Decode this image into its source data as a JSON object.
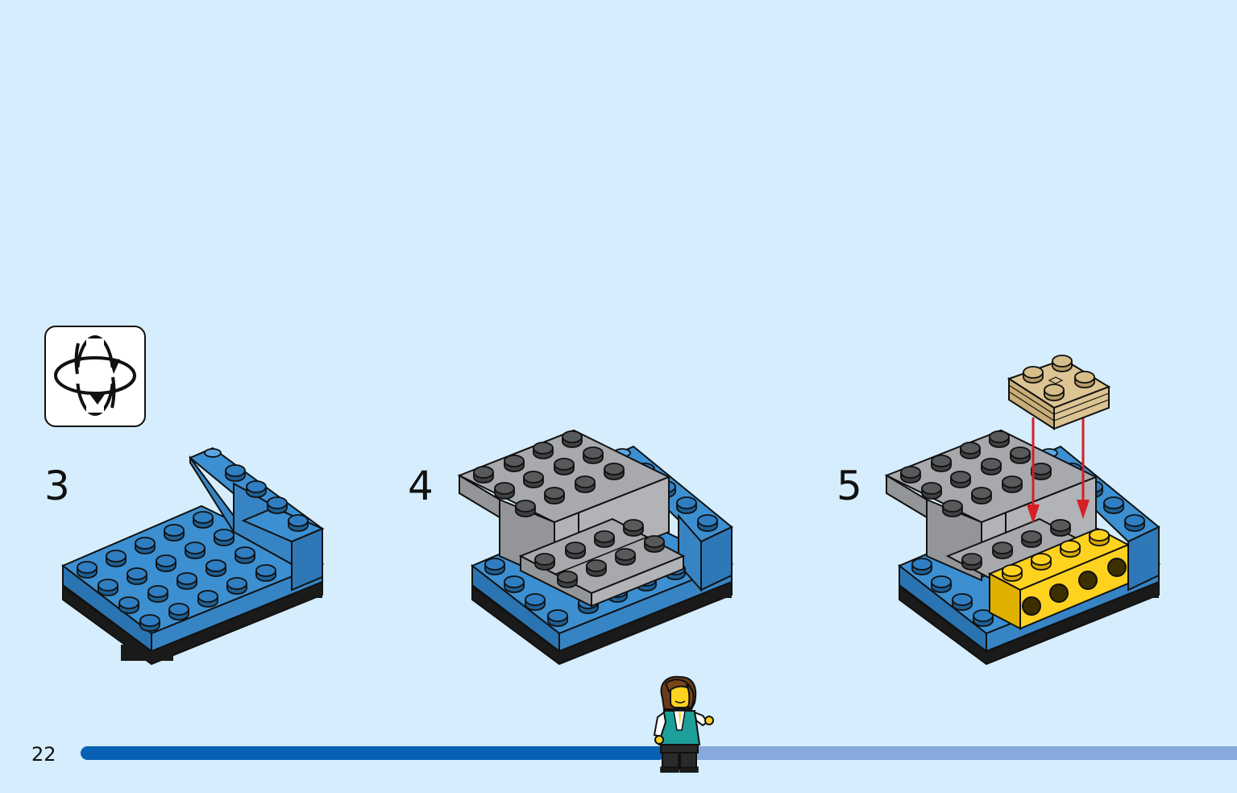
{
  "page": {
    "number": "22",
    "background": "#d5edfc"
  },
  "rotate_callout": {
    "icon": "rotate-model-icon"
  },
  "steps": [
    {
      "number": "3"
    },
    {
      "number": "4"
    },
    {
      "number": "5"
    }
  ],
  "progress": {
    "fraction": 0.5,
    "fill_color": "#0861b5",
    "track_color": "#88a9dc",
    "marker_icon": "minifigure-icon"
  },
  "colors": {
    "blue_brick": "#3c8fd0",
    "gray_brick": "#a7a9ac",
    "yellow_brick": "#ffd21f",
    "tan_plate": "#dcc493",
    "arrow_red": "#d71f26"
  }
}
